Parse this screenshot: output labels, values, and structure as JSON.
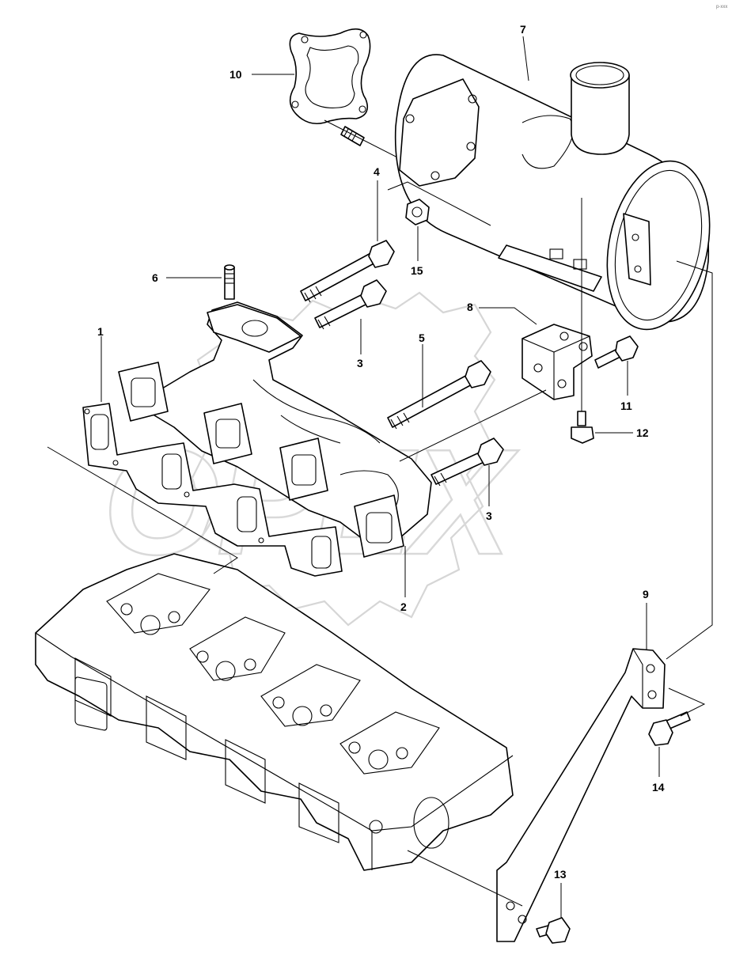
{
  "watermark": {
    "text": "OPEX"
  },
  "corner_mark": "p-xxx",
  "callouts": [
    {
      "id": "c1",
      "label": "1"
    },
    {
      "id": "c2",
      "label": "2"
    },
    {
      "id": "c3a",
      "label": "3"
    },
    {
      "id": "c3b",
      "label": "3"
    },
    {
      "id": "c4",
      "label": "4"
    },
    {
      "id": "c5",
      "label": "5"
    },
    {
      "id": "c6",
      "label": "6"
    },
    {
      "id": "c7",
      "label": "7"
    },
    {
      "id": "c8",
      "label": "8"
    },
    {
      "id": "c9",
      "label": "9"
    },
    {
      "id": "c10",
      "label": "10"
    },
    {
      "id": "c11",
      "label": "11"
    },
    {
      "id": "c12",
      "label": "12"
    },
    {
      "id": "c13",
      "label": "13"
    },
    {
      "id": "c14",
      "label": "14"
    },
    {
      "id": "c15",
      "label": "15"
    }
  ]
}
